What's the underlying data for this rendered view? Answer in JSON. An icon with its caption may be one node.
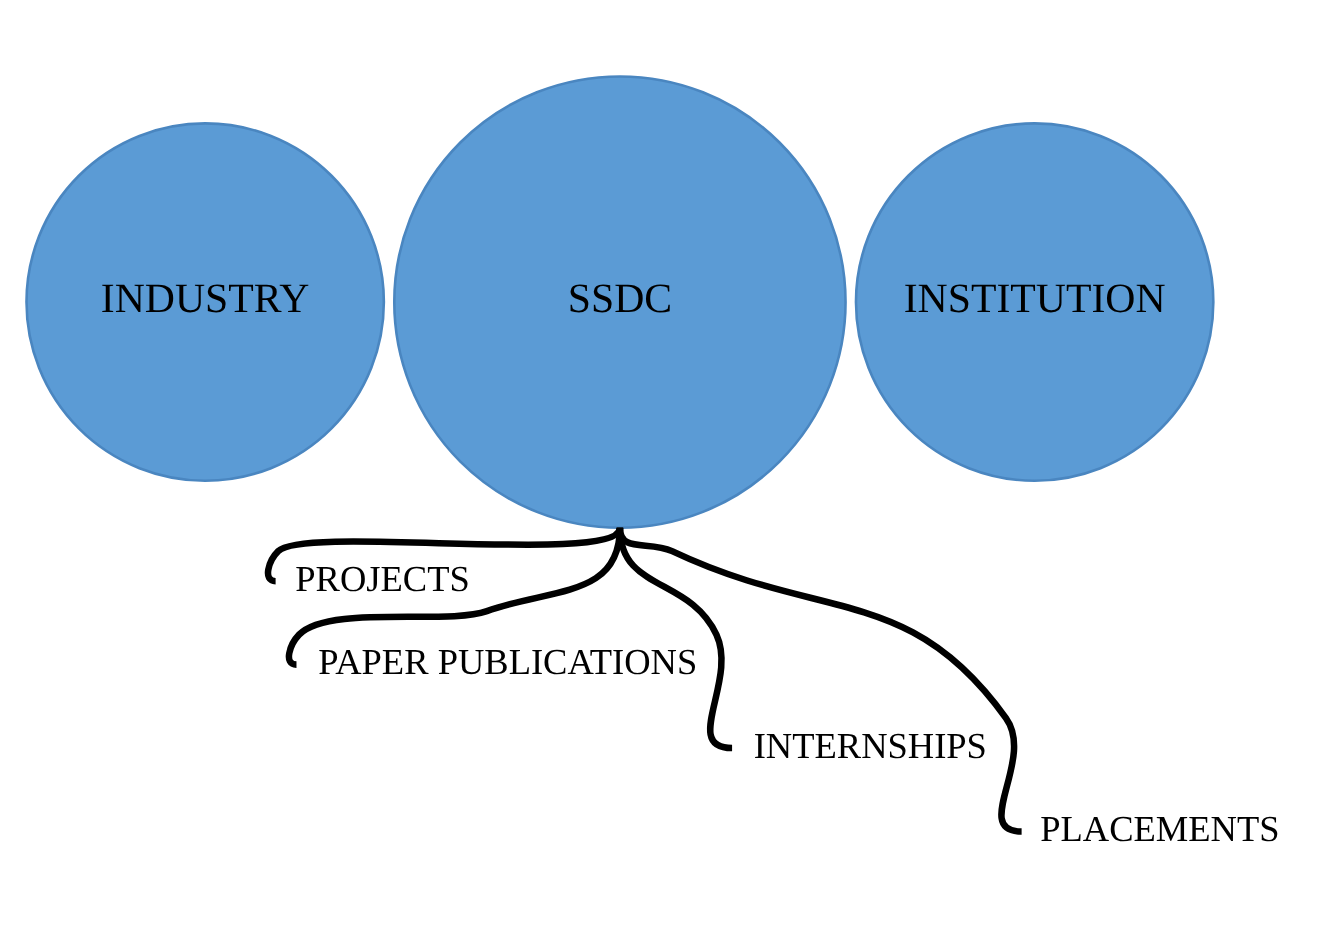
{
  "diagram": {
    "nodes": [
      {
        "text": [
          "INDUSTRY"
        ]
      },
      {
        "text": [
          "SSDC"
        ]
      },
      {
        "text": [
          "INSTITUTION"
        ]
      },
      {
        "text": [
          "PROJECTS"
        ]
      },
      {
        "text": [
          "PAPER PUBLICATIONS"
        ]
      },
      {
        "text": [
          "INTERNSHIPS"
        ]
      },
      {
        "text": [
          "PLACEMENTS"
        ]
      }
    ],
    "edges": [
      {
        "from": 1,
        "to": 3,
        "arrow": "none"
      },
      {
        "from": 1,
        "to": 4,
        "arrow": "none"
      },
      {
        "from": 1,
        "to": 5,
        "arrow": "none"
      },
      {
        "from": 1,
        "to": 6,
        "arrow": "none"
      }
    ]
  }
}
